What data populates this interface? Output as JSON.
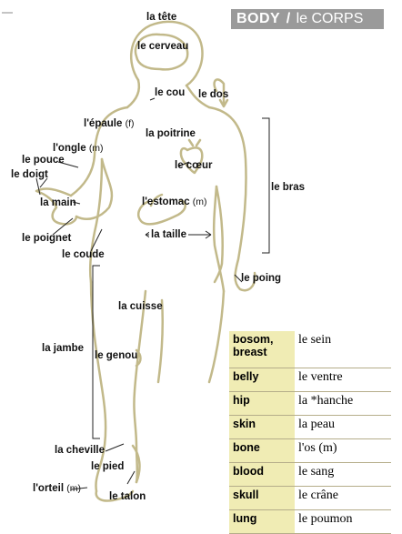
{
  "banner": {
    "english": "BODY",
    "separator": "/",
    "french": "le CORPS"
  },
  "labels": {
    "tete": "la tête",
    "cerveau": "le cerveau",
    "cou": "le cou",
    "dos": "le dos",
    "epaule": "l'épaule",
    "epaule_note": "(f)",
    "poitrine": "la poitrine",
    "ongle": "l'ongle",
    "ongle_note": "(m)",
    "pouce": "le pouce",
    "doigt": "le doigt",
    "coeur": "le cœur",
    "main": "la main",
    "estomac": "l'estomac",
    "estomac_note": "(m)",
    "bras": "le bras",
    "poignet": "le poignet",
    "taille": "la taille",
    "coude": "le coude",
    "poing": "le poing",
    "cuisse": "la cuisse",
    "jambe": "la jambe",
    "genou": "le genou",
    "cheville": "la cheville",
    "pied": "le pied",
    "orteil": "l'orteil",
    "orteil_note": "(m)",
    "talon": "le talon"
  },
  "vocab": [
    {
      "en": "bosom, breast",
      "fr": "le sein"
    },
    {
      "en": "belly",
      "fr": "le ventre"
    },
    {
      "en": "hip",
      "fr": "la *hanche"
    },
    {
      "en": "skin",
      "fr": "la peau"
    },
    {
      "en": "bone",
      "fr": "l'os (m)"
    },
    {
      "en": "blood",
      "fr": "le sang"
    },
    {
      "en": "skull",
      "fr": "le crâne"
    },
    {
      "en": "lung",
      "fr": "le poumon"
    }
  ],
  "colors": {
    "outline": "#c2b98a",
    "banner": "#9a9a9a",
    "table_en": "#f0ecb4"
  }
}
